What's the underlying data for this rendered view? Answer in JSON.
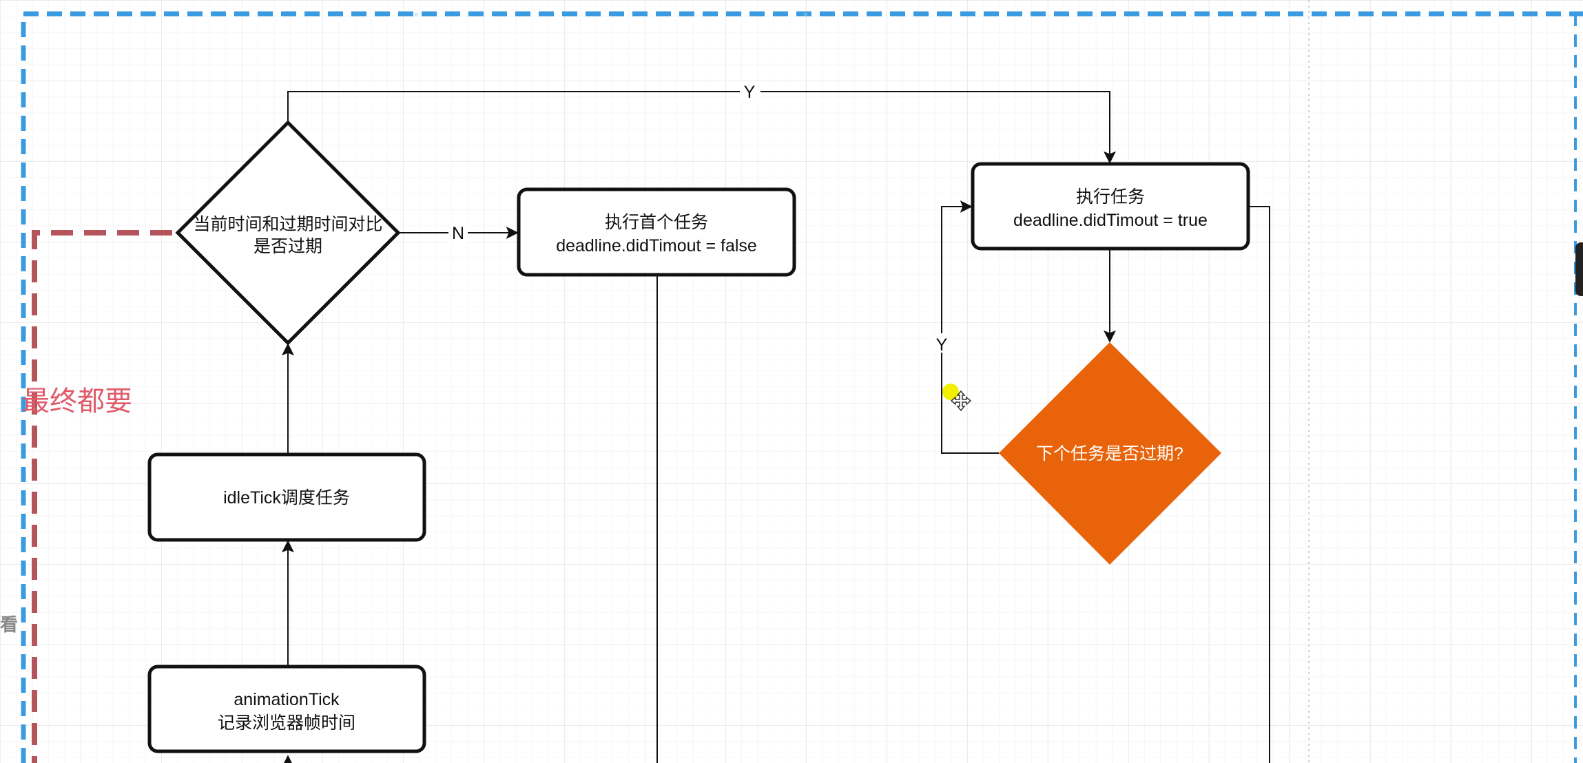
{
  "colors": {
    "outer_frame": "#3b9be0",
    "inner_frame": "#b5545b",
    "note_text": "#e05a6a",
    "orange_node": "#e8630a",
    "cursor_highlight": "#f2ef00"
  },
  "note": {
    "label": "最终都要"
  },
  "side": {
    "label": "看"
  },
  "nodes": {
    "decision_expire": {
      "line1": "当前时间和过期时间对比",
      "line2": "是否过期"
    },
    "run_first": {
      "line1": "执行首个任务",
      "line2": "deadline.didTimout = false"
    },
    "run_task": {
      "line1": "执行任务",
      "line2": "deadline.didTimout = true"
    },
    "next_expired": {
      "label": "下个任务是否过期?"
    },
    "idle_tick": {
      "label": "idleTick调度任务"
    },
    "animation_tick": {
      "line1": "animationTick",
      "line2": "记录浏览器帧时间"
    }
  },
  "edges": {
    "yes_top": "Y",
    "no_label": "N",
    "yes_loop": "Y"
  },
  "icons": {
    "cursor": "move-cursor-icon"
  }
}
